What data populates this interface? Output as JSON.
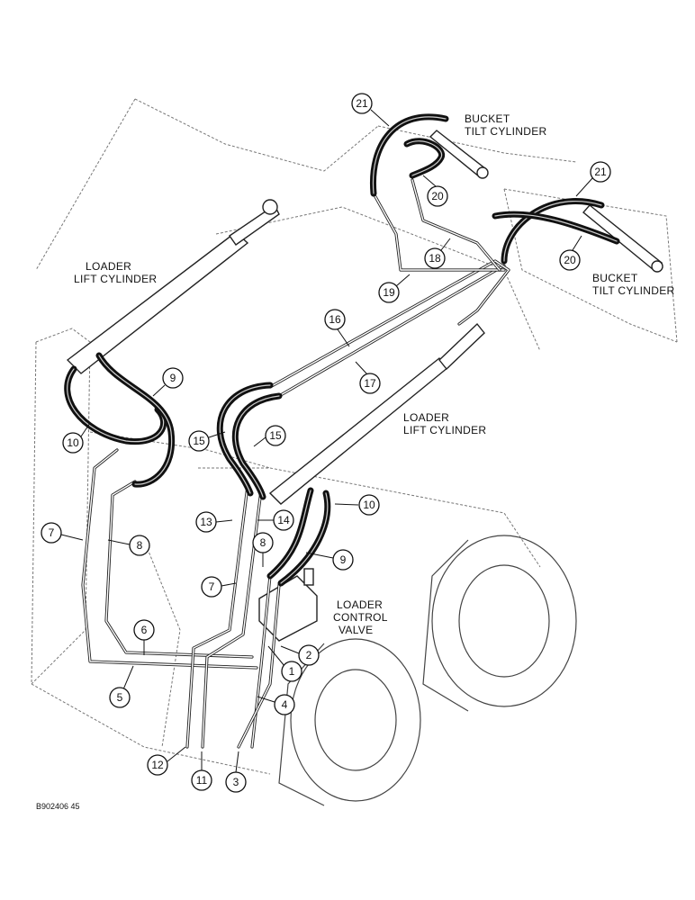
{
  "labels": {
    "loader_lift_cylinder_left": [
      "LOADER",
      "LIFT CYLINDER"
    ],
    "loader_lift_cylinder_right": [
      "LOADER",
      "LIFT CYLINDER"
    ],
    "bucket_tilt_cylinder_top": [
      "BUCKET",
      "TILT CYLINDER"
    ],
    "bucket_tilt_cylinder_right": [
      "BUCKET",
      "TILT CYLINDER"
    ],
    "loader_control_valve": [
      "LOADER",
      "CONTROL",
      "VALVE"
    ]
  },
  "callouts": [
    "1",
    "2",
    "3",
    "4",
    "5",
    "6",
    "7",
    "8",
    "9",
    "10",
    "11",
    "12",
    "13",
    "14",
    "15",
    "16",
    "17",
    "18",
    "19",
    "20",
    "21"
  ],
  "drawing_code": "B902406 45"
}
